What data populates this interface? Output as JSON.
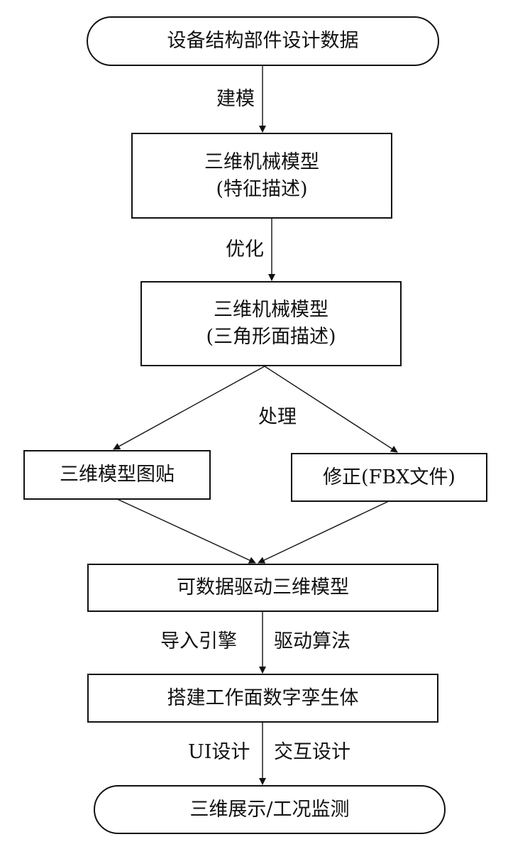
{
  "diagram": {
    "type": "flowchart",
    "nodes": {
      "start": {
        "shape": "terminal",
        "lines": [
          "设备结构部件设计数据"
        ]
      },
      "feature_model": {
        "shape": "process",
        "lines": [
          "三维机械模型",
          "(特征描述)"
        ]
      },
      "mesh_model": {
        "shape": "process",
        "lines": [
          "三维机械模型",
          "(三角形面描述)"
        ]
      },
      "texture": {
        "shape": "process",
        "lines": [
          "三维模型图贴"
        ]
      },
      "fbx_fix": {
        "shape": "process",
        "lines": [
          "修正(FBX文件)"
        ]
      },
      "driven_model": {
        "shape": "process",
        "lines": [
          "可数据驱动三维模型"
        ]
      },
      "digital_twin": {
        "shape": "process",
        "lines": [
          "搭建工作面数字孪生体"
        ]
      },
      "end": {
        "shape": "terminal",
        "lines": [
          "三维展示/工况监测"
        ]
      }
    },
    "edges": [
      {
        "from": "start",
        "to": "feature_model",
        "label": "建模"
      },
      {
        "from": "feature_model",
        "to": "mesh_model",
        "label": "优化"
      },
      {
        "from": "mesh_model",
        "to": "texture",
        "label": "处理"
      },
      {
        "from": "mesh_model",
        "to": "fbx_fix",
        "label": "处理"
      },
      {
        "from": "texture",
        "to": "driven_model",
        "label": ""
      },
      {
        "from": "fbx_fix",
        "to": "driven_model",
        "label": ""
      },
      {
        "from": "driven_model",
        "to": "digital_twin",
        "label_left": "导入引擎",
        "label_right": "驱动算法"
      },
      {
        "from": "digital_twin",
        "to": "end",
        "label_left": "UI设计",
        "label_right": "交互设计"
      }
    ],
    "edge_labels": {
      "modeling": "建模",
      "optimize": "优化",
      "process": "处理",
      "import_engine": "导入引擎",
      "drive_algorithm": "驱动算法",
      "ui_design": "UI设计",
      "interaction_design": "交互设计"
    }
  }
}
